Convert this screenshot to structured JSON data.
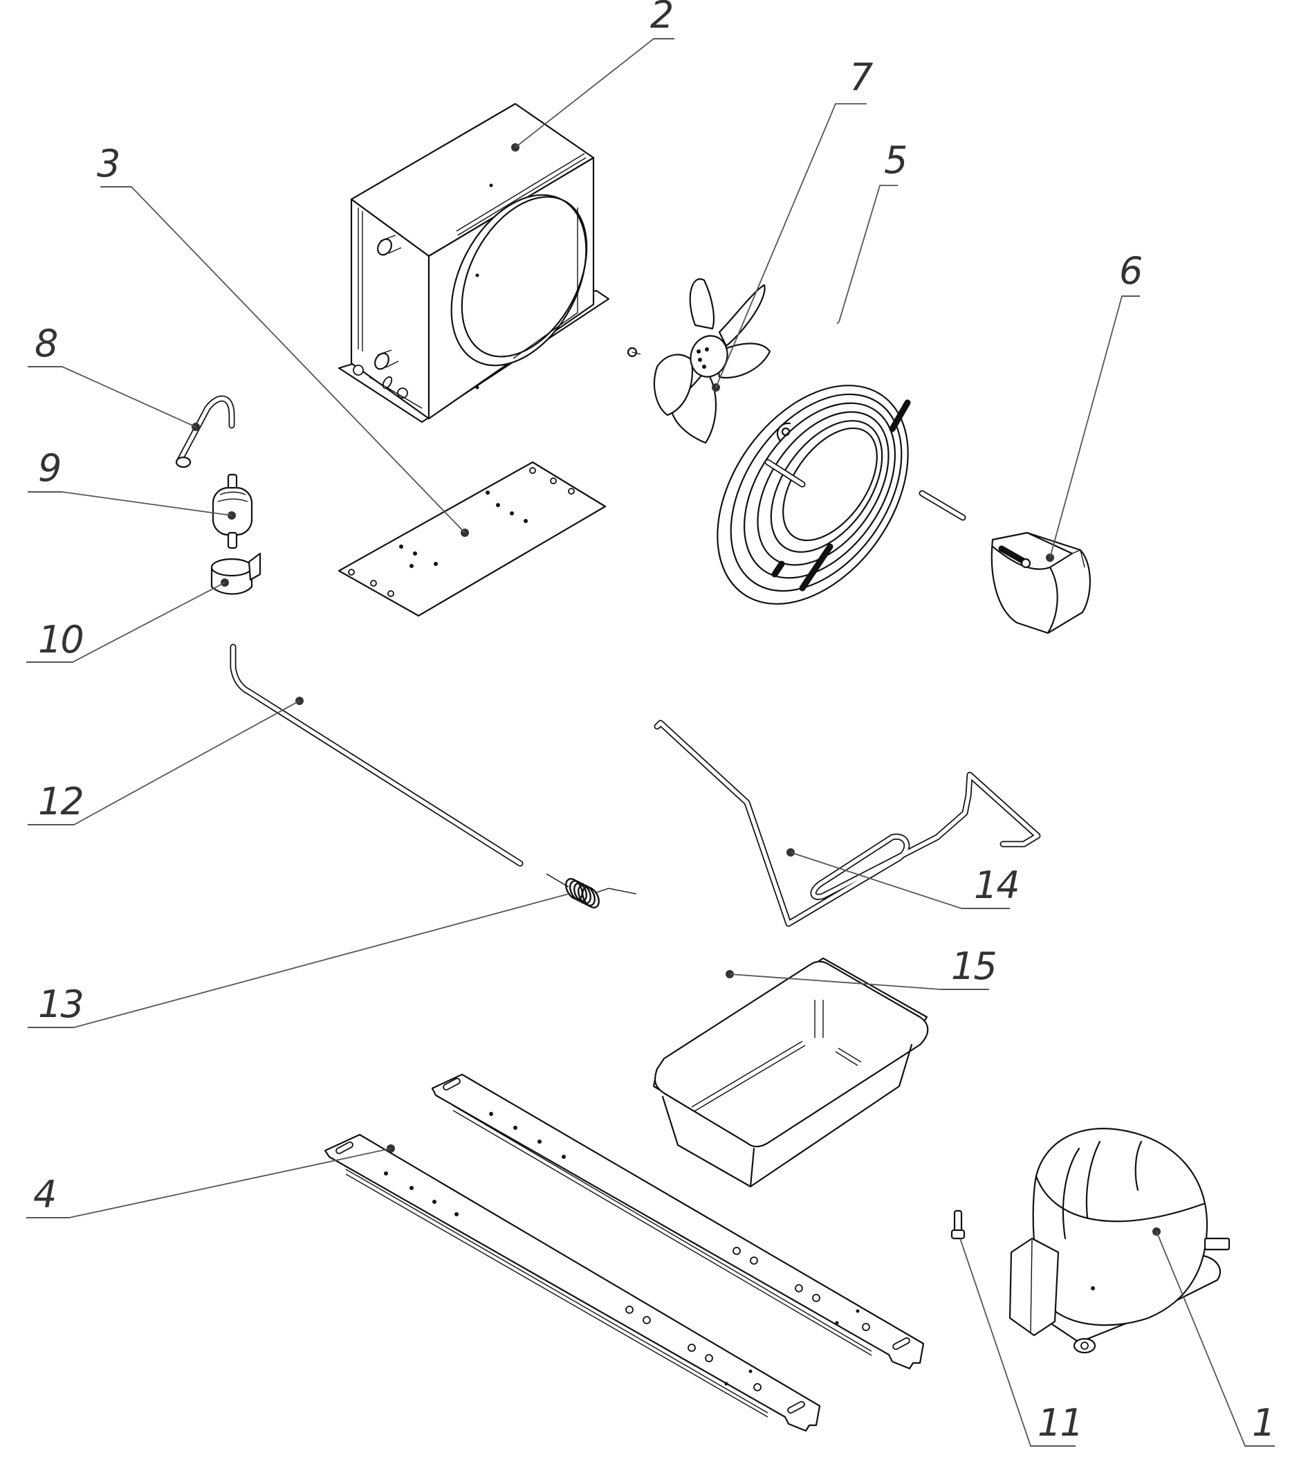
{
  "diagram": {
    "type": "exploded-parts-diagram",
    "subject": "condensing unit assembly",
    "line_color": "#111111",
    "leader_color": "#555555",
    "callouts": [
      {
        "id": "1",
        "label": "1",
        "part": "compressor"
      },
      {
        "id": "2",
        "label": "2",
        "part": "condenser"
      },
      {
        "id": "3",
        "label": "3",
        "part": "mounting-plate"
      },
      {
        "id": "4",
        "label": "4",
        "part": "rail"
      },
      {
        "id": "5",
        "label": "5",
        "part": "fan-guard"
      },
      {
        "id": "6",
        "label": "6",
        "part": "fan-motor"
      },
      {
        "id": "7",
        "label": "7",
        "part": "fan-impeller"
      },
      {
        "id": "8",
        "label": "8",
        "part": "tube-bend"
      },
      {
        "id": "9",
        "label": "9",
        "part": "filter-drier"
      },
      {
        "id": "10",
        "label": "10",
        "part": "clamp"
      },
      {
        "id": "11",
        "label": "11",
        "part": "bolt"
      },
      {
        "id": "12",
        "label": "12",
        "part": "tube"
      },
      {
        "id": "13",
        "label": "13",
        "part": "spring"
      },
      {
        "id": "14",
        "label": "14",
        "part": "evaporating-coil-tube"
      },
      {
        "id": "15",
        "label": "15",
        "part": "drain-tray"
      }
    ]
  }
}
